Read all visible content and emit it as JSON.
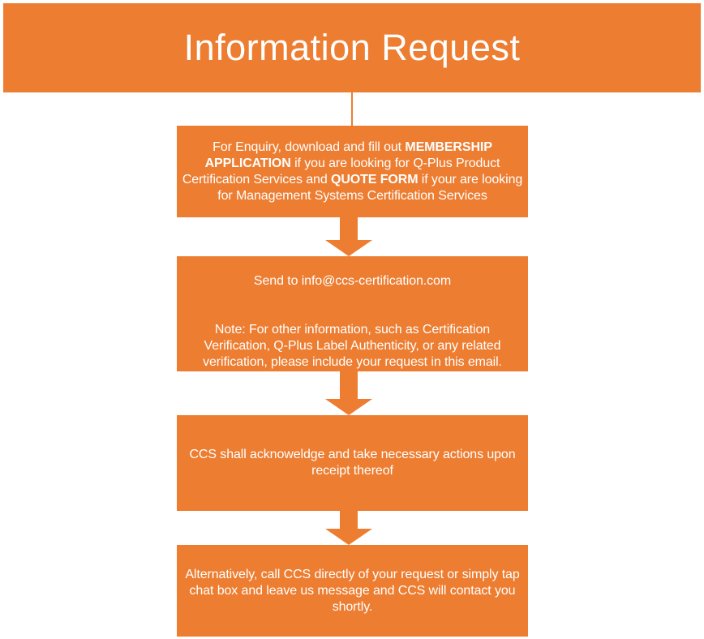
{
  "page": {
    "background_color": "#ffffff",
    "accent_color": "#ED7D31",
    "text_color": "#ffffff"
  },
  "header": {
    "title": "Information Request"
  },
  "flow": {
    "step1": {
      "segments": [
        {
          "text": "For Enquiry, download and fill out ",
          "bold": false
        },
        {
          "text": "MEMBERSHIP\nAPPLICATION",
          "bold": true
        },
        {
          "text": " if you are looking for Q-Plus Product\nCertification Services and ",
          "bold": false
        },
        {
          "text": "QUOTE FORM",
          "bold": true
        },
        {
          "text": " if your are looking\nfor Management Systems Certification Services",
          "bold": false
        }
      ]
    },
    "step2": {
      "send_line": "Send to info@ccs-certification.com",
      "note": "Note: For other information, such as Certification\nVerification, Q-Plus Label Authenticity, or any related\nverification, please include your request in this email."
    },
    "step3": {
      "text": "CCS shall acknoweldge and take necessary actions upon\nreceipt thereof"
    },
    "step4": {
      "text": "Alternatively, call CCS directly of your request or simply tap\nchat box and leave us message and CCS will contact you\nshortly."
    }
  },
  "connectors": {
    "line": "thin-vertical-line",
    "arrows": [
      "block-down-arrow",
      "block-down-arrow",
      "block-down-arrow"
    ]
  }
}
